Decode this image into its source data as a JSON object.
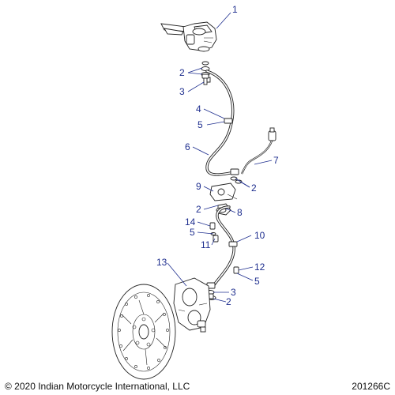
{
  "callouts": [
    {
      "id": "c1",
      "label": "1"
    },
    {
      "id": "c2a",
      "label": "2"
    },
    {
      "id": "c3a",
      "label": "3"
    },
    {
      "id": "c4",
      "label": "4"
    },
    {
      "id": "c5a",
      "label": "5"
    },
    {
      "id": "c6",
      "label": "6"
    },
    {
      "id": "c7",
      "label": "7"
    },
    {
      "id": "c2b",
      "label": "2"
    },
    {
      "id": "c9",
      "label": "9"
    },
    {
      "id": "c2c",
      "label": "2"
    },
    {
      "id": "c8",
      "label": "8"
    },
    {
      "id": "c14",
      "label": "14"
    },
    {
      "id": "c5b",
      "label": "5"
    },
    {
      "id": "c10",
      "label": "10"
    },
    {
      "id": "c11",
      "label": "11"
    },
    {
      "id": "c13",
      "label": "13"
    },
    {
      "id": "c12",
      "label": "12"
    },
    {
      "id": "c5c",
      "label": "5"
    },
    {
      "id": "c3b",
      "label": "3"
    },
    {
      "id": "c2d",
      "label": "2"
    }
  ],
  "footer": {
    "copyright": "© 2020 Indian Motorcycle International, LLC",
    "diagram_id": "201266C"
  },
  "colors": {
    "callout": "#1f2f8f",
    "linework": "#222222"
  }
}
